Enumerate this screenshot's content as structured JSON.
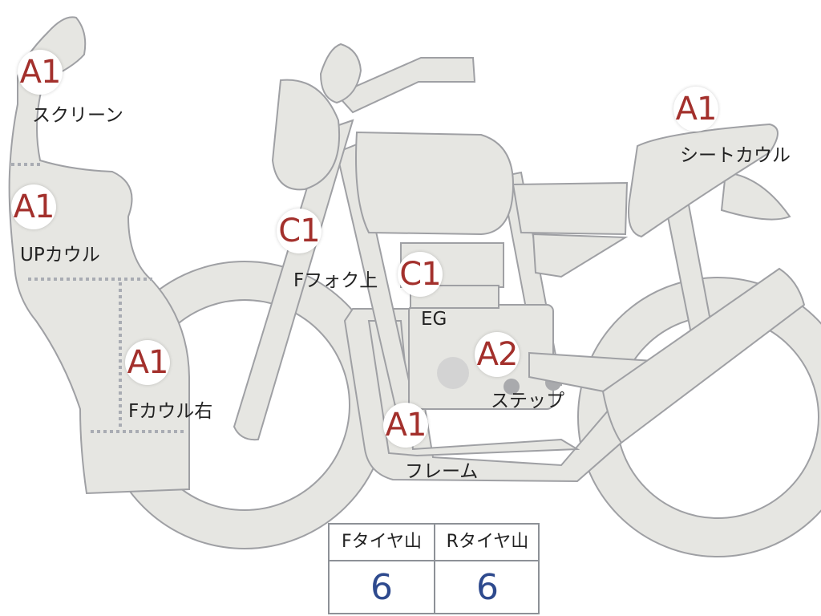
{
  "parts": [
    {
      "id": "screen",
      "grade": "A1",
      "label": "スクリーン"
    },
    {
      "id": "up-cowl",
      "grade": "A1",
      "label": "UPカウル"
    },
    {
      "id": "f-cowl-right",
      "grade": "A1",
      "label": "Fカウル右"
    },
    {
      "id": "f-fork-upper",
      "grade": "C1",
      "label": "Fフォク上"
    },
    {
      "id": "engine",
      "grade": "C1",
      "label": "EG"
    },
    {
      "id": "seat-cowl",
      "grade": "A1",
      "label": "シートカウル"
    },
    {
      "id": "step",
      "grade": "A2",
      "label": "ステップ"
    },
    {
      "id": "frame",
      "grade": "A1",
      "label": "フレーム"
    }
  ],
  "tire_tread": {
    "front_header": "Fタイヤ山",
    "rear_header": "Rタイヤ山",
    "front_value": "6",
    "rear_value": "6"
  },
  "colors": {
    "grade_text": "#a3302c",
    "tread_value": "#2e4a8e",
    "part_fill": "#e6e6e2",
    "part_outline": "#9fa0a4"
  }
}
